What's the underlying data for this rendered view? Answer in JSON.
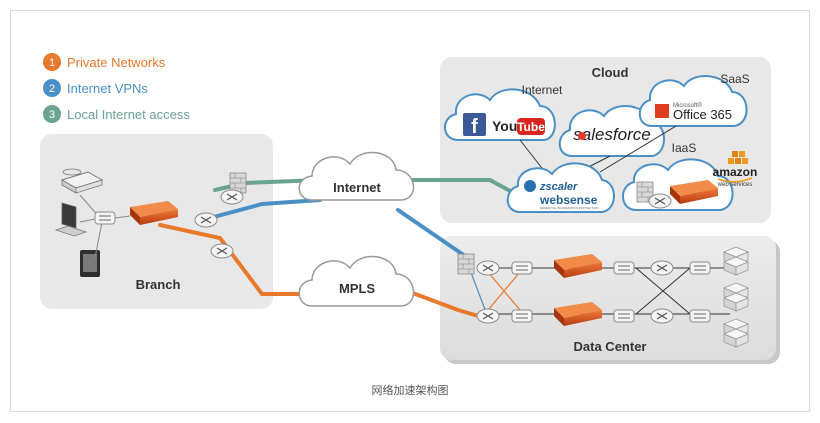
{
  "legend": [
    {
      "num": "1",
      "label": "Private Networks",
      "color": "#e8782a"
    },
    {
      "num": "2",
      "label": "Internet VPNs",
      "color": "#4a90c6"
    },
    {
      "num": "3",
      "label": "Local Internet access",
      "color": "#6aa391"
    }
  ],
  "nodes": {
    "branch": "Branch",
    "internet": "Internet",
    "mpls": "MPLS",
    "cloud": "Cloud",
    "cloud_internet": "Internet",
    "saas": "SaaS",
    "iaas": "IaaS",
    "data_center": "Data Center"
  },
  "logos": {
    "facebook": "f",
    "youtube_you": "You",
    "youtube_tube": "Tube",
    "salesforce": "salesforce",
    "office365_ms": "Microsoft®",
    "office365": "Office 365",
    "zscaler": "zscaler",
    "websense": "websense",
    "websense_tag": "ESSENTIAL INFORMATION PROTECTION",
    "amazon": "amazon",
    "amazon_ws": "web services"
  },
  "caption": "网络加速架构图",
  "colors": {
    "private": "#e8782a",
    "vpn": "#4a90c6",
    "local": "#6aa391",
    "panel": "#e8e8e8",
    "router": "#d9501e"
  }
}
